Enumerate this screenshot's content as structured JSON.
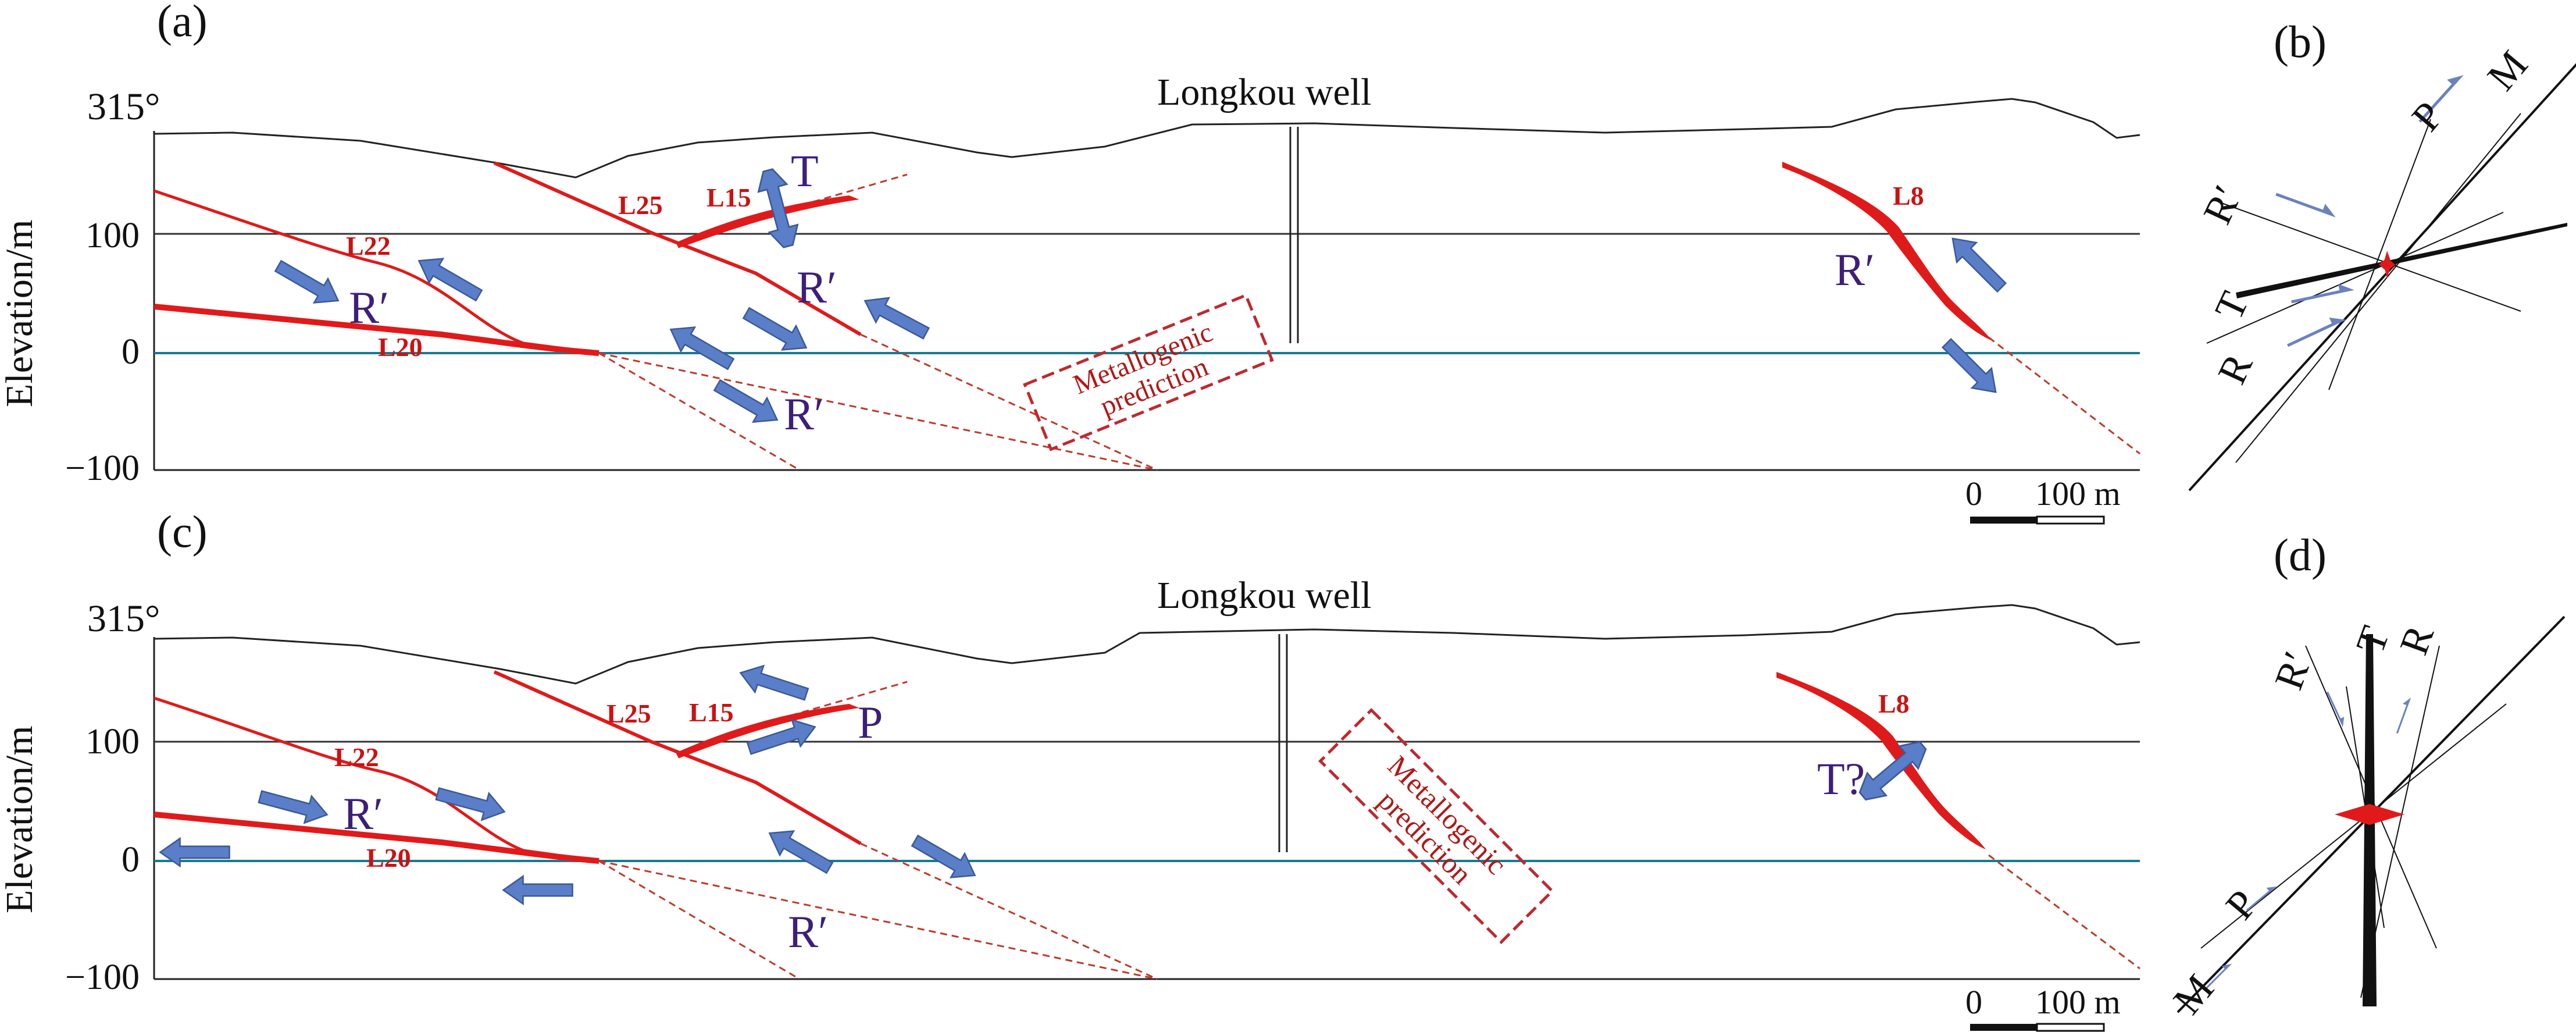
{
  "colors": {
    "vein": "#e01a1a",
    "extension": "#c0392b",
    "arrow_fill": "#5b7ec8",
    "arrow_stroke": "#3a5a9a",
    "waterline": "#1a7a8c",
    "label_purple": "#3d1f7a",
    "box": "#c0282d"
  },
  "panels": {
    "a": {
      "panel_label": "(a)",
      "azimuth": "315°",
      "well_label": "Longkou well",
      "y_axis_title": "Elevation/m",
      "ticks": [
        "100",
        "0",
        "−100"
      ],
      "veins": {
        "l25": "L25",
        "l15": "L15",
        "l22": "L22",
        "l20": "L20",
        "l8": "L8"
      },
      "stress": {
        "t1": "T",
        "r1": "R′",
        "r2": "R′",
        "r3": "R′",
        "r4": "R′"
      },
      "prediction": [
        "Metallogenic",
        "prediction"
      ],
      "scale": {
        "zero": "0",
        "length": "100 m"
      }
    },
    "b": {
      "panel_label": "(b)",
      "labels": {
        "m": "M",
        "p": "P",
        "rp": "R′",
        "t": "T",
        "r": "R"
      }
    },
    "c": {
      "panel_label": "(c)",
      "azimuth": "315°",
      "well_label": "Longkou well",
      "y_axis_title": "Elevation/m",
      "ticks": [
        "100",
        "0",
        "−100"
      ],
      "veins": {
        "l25": "L25",
        "l15": "L15",
        "l22": "L22",
        "l20": "L20",
        "l8": "L8"
      },
      "stress": {
        "p1": "P",
        "r1": "R′",
        "r2": "R′",
        "t1": "T?"
      },
      "prediction": [
        "Metallogenic",
        "prediction"
      ],
      "scale": {
        "zero": "0",
        "length": "100 m"
      }
    },
    "d": {
      "panel_label": "(d)",
      "labels": {
        "rp": "R′",
        "t": "T",
        "r": "R",
        "p": "P",
        "m": "M"
      }
    }
  }
}
